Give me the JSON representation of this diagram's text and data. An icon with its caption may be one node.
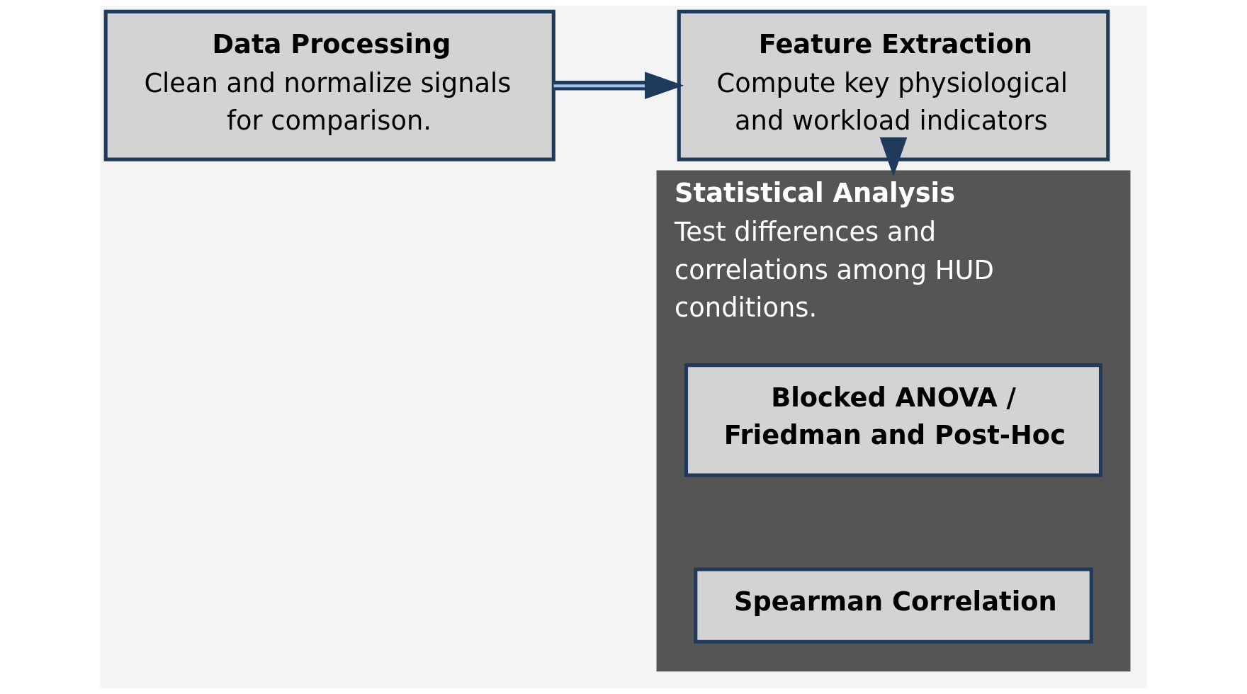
{
  "diagram": {
    "nodes": [
      {
        "text": [
          "Data Processing",
          "Clean and normalize signals for comparison."
        ]
      },
      {
        "text": [
          "Feature Extraction",
          "Compute key physiological and workload indicators"
        ]
      },
      {
        "text": [
          "Statistical Analysis",
          "Test differences and correlations among HUD conditions."
        ]
      },
      {
        "text": [
          "Blocked ANOVA / Friedman and Post-Hoc"
        ],
        "in": 2
      },
      {
        "text": [
          "Spearman Correlation"
        ],
        "in": 2
      }
    ],
    "edges": [
      {
        "from": 0,
        "to": 1,
        "arrow": "to"
      },
      {
        "from": 1,
        "to": 2,
        "arrow": "to"
      }
    ]
  }
}
